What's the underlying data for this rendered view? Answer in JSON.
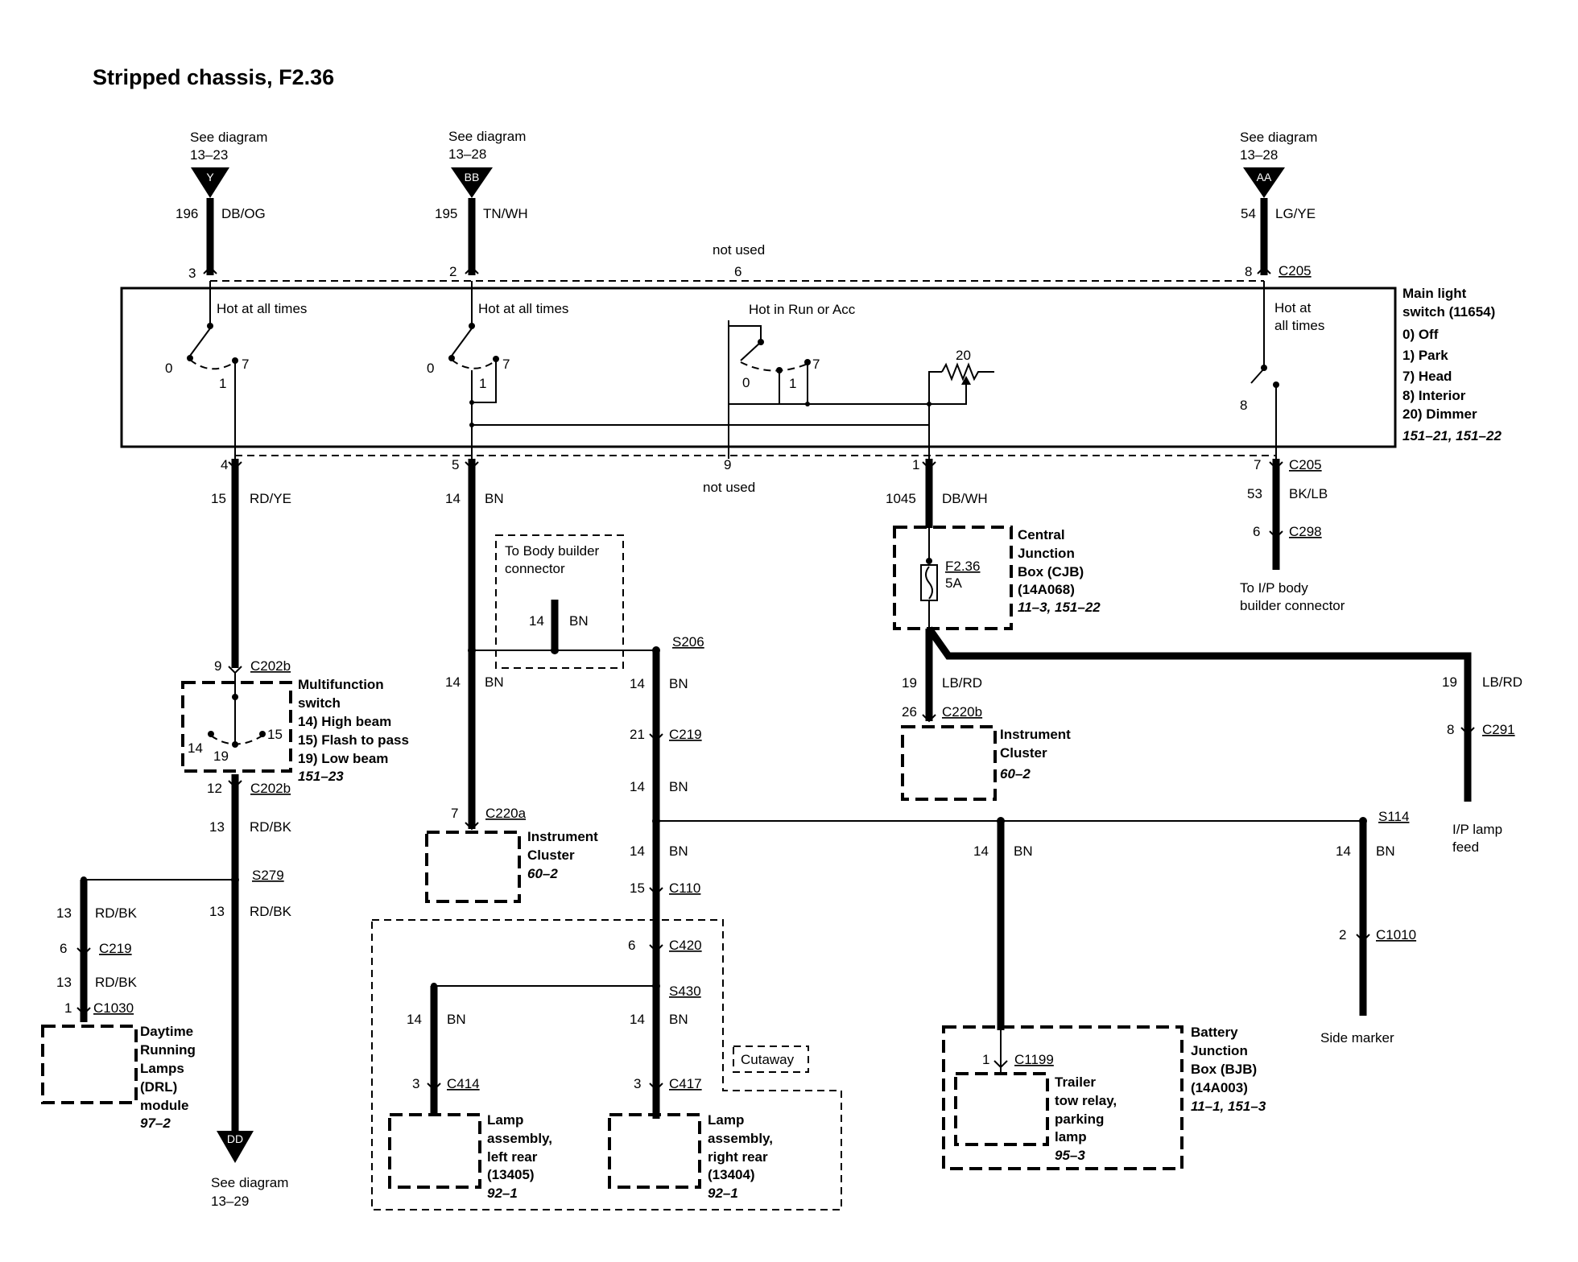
{
  "title": "Stripped chassis, F2.36",
  "see_diagram": "See diagram",
  "refs": {
    "r1323": "13–23",
    "r1328": "13–28",
    "r1329": "13–29"
  },
  "connector_letters": {
    "y": "Y",
    "bb": "BB",
    "aa": "AA",
    "dd": "DD"
  },
  "labels": {
    "hot_at_all_times": "Hot at all times",
    "hot_at": "Hot at",
    "all_times": "all times",
    "hot_in_run": "Hot in Run or Acc",
    "not_used": "not used",
    "to_body_builder_1": "To Body builder",
    "to_body_builder_2": "connector",
    "ip_body_1": "To I/P body",
    "ip_body_2": "builder connector",
    "ip_lamp_1": "I/P lamp",
    "ip_lamp_2": "feed",
    "side_marker": "Side marker",
    "cutaway": "Cutaway"
  },
  "wires": {
    "w196": "196",
    "db_og": "DB/OG",
    "w195": "195",
    "tn_wh": "TN/WH",
    "w54": "54",
    "lg_ye": "LG/YE",
    "w15": "15",
    "rd_ye": "RD/YE",
    "w14": "14",
    "bn": "BN",
    "w1045": "1045",
    "db_wh": "DB/WH",
    "w53": "53",
    "bk_lb": "BK/LB",
    "w19": "19",
    "lb_rd": "LB/RD",
    "w13": "13",
    "rd_bk": "RD/BK"
  },
  "pins": {
    "p1": "1",
    "p2": "2",
    "p3": "3",
    "p4": "4",
    "p5": "5",
    "p6": "6",
    "p7": "7",
    "p8": "8",
    "p9": "9",
    "p12": "12",
    "p14": "14",
    "p15": "15",
    "p19": "19",
    "p20": "20",
    "p21": "21",
    "p26": "26",
    "p0": "0"
  },
  "connectors": {
    "c205": "C205",
    "c298": "C298",
    "c202b": "C202b",
    "c220a": "C220a",
    "c220b": "C220b",
    "c291": "C291",
    "s206": "S206",
    "c219": "C219",
    "c110": "C110",
    "c420": "C420",
    "s430": "S430",
    "c414": "C414",
    "c417": "C417",
    "s114": "S114",
    "c1010": "C1010",
    "c1199": "C1199",
    "s279": "S279",
    "c1030": "C1030"
  },
  "components": {
    "main_switch": [
      "Main light",
      "switch (11654)",
      "0) Off",
      "1) Park",
      "7) Head",
      "8) Interior",
      "20) Dimmer"
    ],
    "main_switch_ref": "151–21, 151–22",
    "cjb": [
      "Central",
      "Junction",
      "Box (CJB)",
      "(14A068)"
    ],
    "cjb_ref": "11–3, 151–22",
    "fuse": "F2.36",
    "fuse_rating": "5A",
    "multifunction": [
      "Multifunction",
      "switch",
      "14) High beam",
      "15) Flash to pass",
      "19) Low beam"
    ],
    "multifunction_ref": "151–23",
    "cluster": [
      "Instrument",
      "Cluster"
    ],
    "cluster_ref": "60–2",
    "drl": [
      "Daytime",
      "Running",
      "Lamps",
      "(DRL)",
      "module"
    ],
    "drl_ref": "97–2",
    "lamp_left": [
      "Lamp",
      "assembly,",
      "left rear",
      "(13405)"
    ],
    "lamp_right": [
      "Lamp",
      "assembly,",
      "right rear",
      "(13404)"
    ],
    "lamp_ref": "92–1",
    "trailer": [
      "Trailer",
      "tow relay,",
      "parking",
      "lamp"
    ],
    "trailer_ref": "95–3",
    "bjb": [
      "Battery",
      "Junction",
      "Box (BJB)",
      "(14A003)"
    ],
    "bjb_ref": "11–1, 151–3"
  },
  "colors": {
    "ink": "#000000",
    "paper": "#ffffff"
  }
}
